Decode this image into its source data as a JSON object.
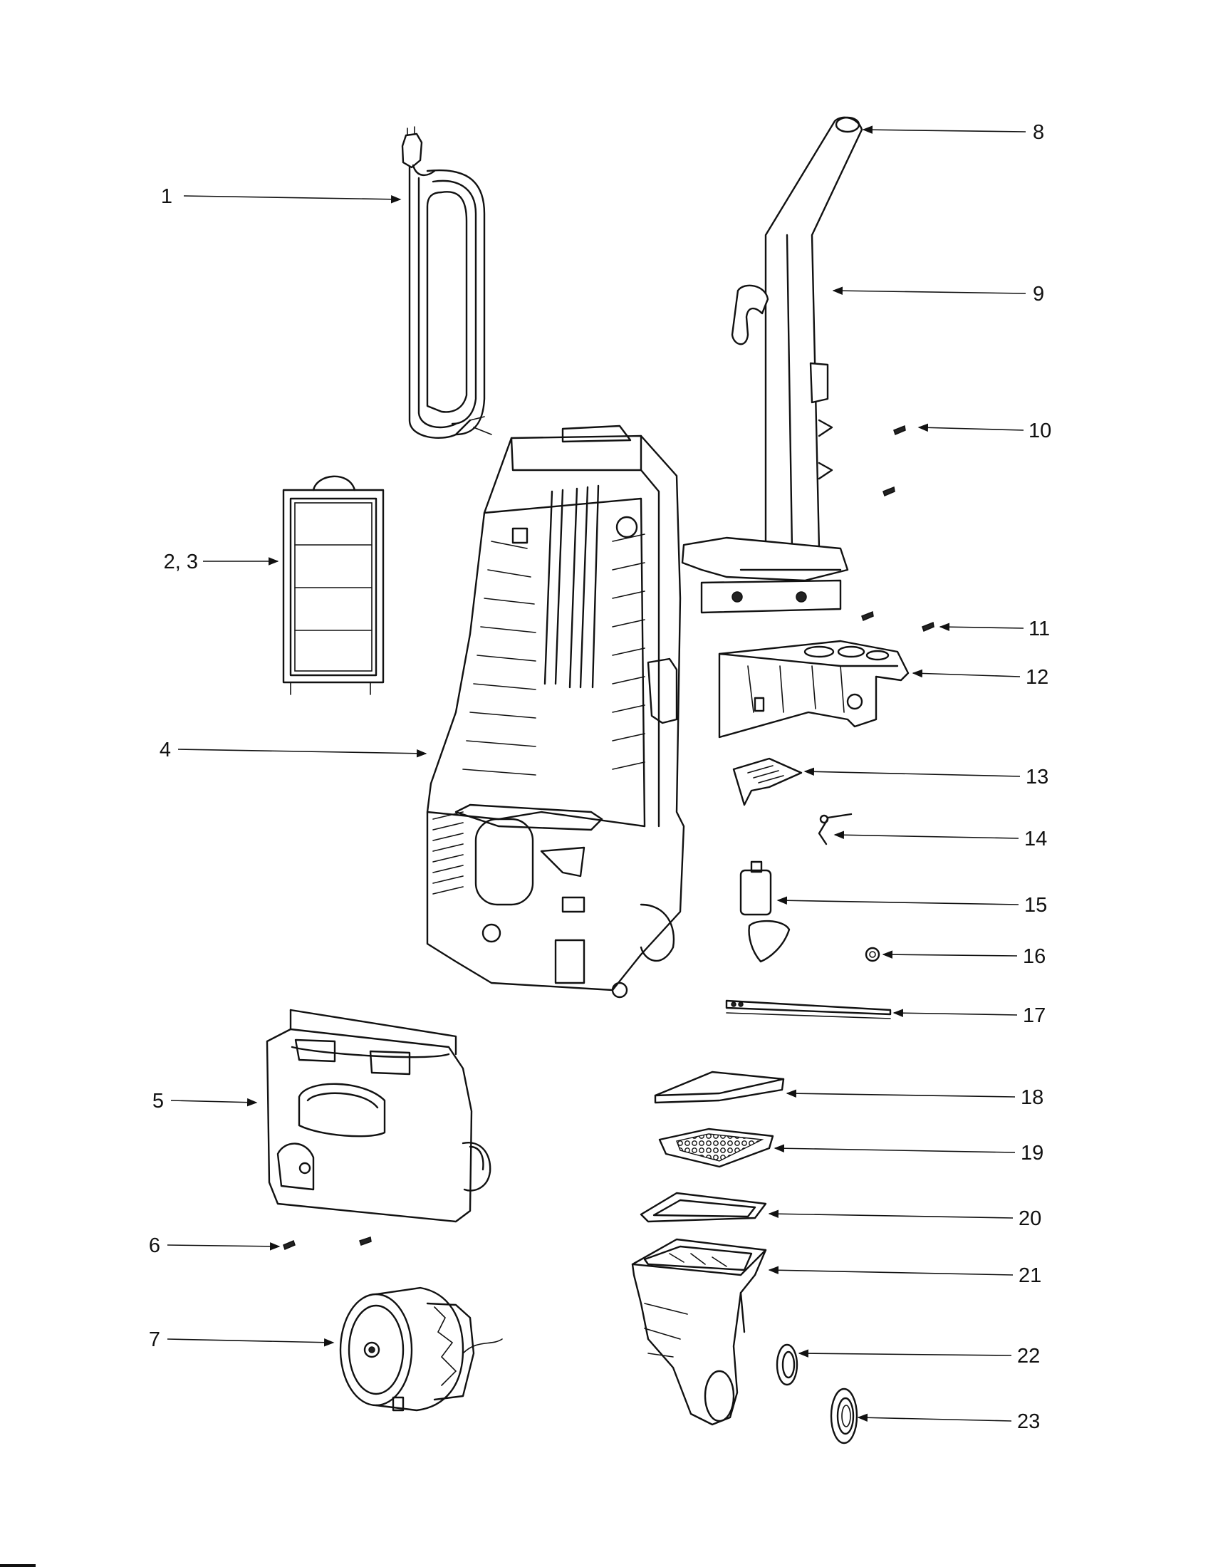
{
  "diagram": {
    "accent_color": "#111111",
    "callouts": [
      {
        "id": "c1",
        "label": "1"
      },
      {
        "id": "c2",
        "label": "2, 3"
      },
      {
        "id": "c4",
        "label": "4"
      },
      {
        "id": "c5",
        "label": "5"
      },
      {
        "id": "c6",
        "label": "6"
      },
      {
        "id": "c7",
        "label": "7"
      },
      {
        "id": "c8",
        "label": "8"
      },
      {
        "id": "c9",
        "label": "9"
      },
      {
        "id": "c10",
        "label": "10"
      },
      {
        "id": "c11",
        "label": "11"
      },
      {
        "id": "c12",
        "label": "12"
      },
      {
        "id": "c13",
        "label": "13"
      },
      {
        "id": "c14",
        "label": "14"
      },
      {
        "id": "c15",
        "label": "15"
      },
      {
        "id": "c16",
        "label": "16"
      },
      {
        "id": "c17",
        "label": "17"
      },
      {
        "id": "c18",
        "label": "18"
      },
      {
        "id": "c19",
        "label": "19"
      },
      {
        "id": "c20",
        "label": "20"
      },
      {
        "id": "c21",
        "label": "21"
      },
      {
        "id": "c22",
        "label": "22"
      },
      {
        "id": "c23",
        "label": "23"
      }
    ]
  }
}
